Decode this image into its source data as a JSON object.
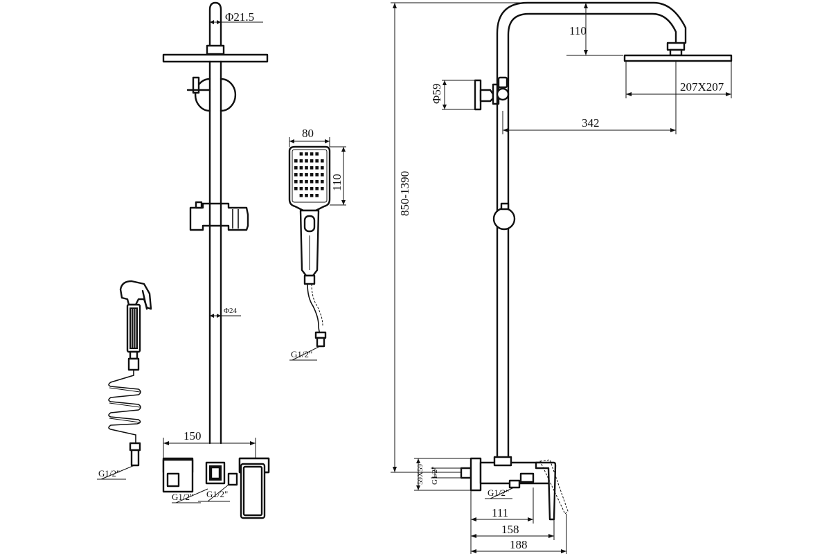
{
  "dimensions": {
    "top_pipe_diameter": "Φ21.5",
    "bar_diameter": "Φ24",
    "mixer_width": "150",
    "mixer_inlet_left": "G1/2\"",
    "mixer_inlet_right": "G1/2\"",
    "bidet_inlet": "G1/2\"",
    "hand_shower_width": "80",
    "hand_shower_height": "110",
    "hand_shower_inlet": "G1/2\"",
    "total_height": "850-1390",
    "head_drop": "110",
    "head_size": "207X207",
    "arm_reach": "342",
    "holder_diameter": "Φ59",
    "flange_size": "59X59",
    "side_inlet": "G1/2\"",
    "bottom_inlet": "G1/2\"",
    "depth_1": "111",
    "depth_2": "158",
    "depth_3": "188"
  }
}
